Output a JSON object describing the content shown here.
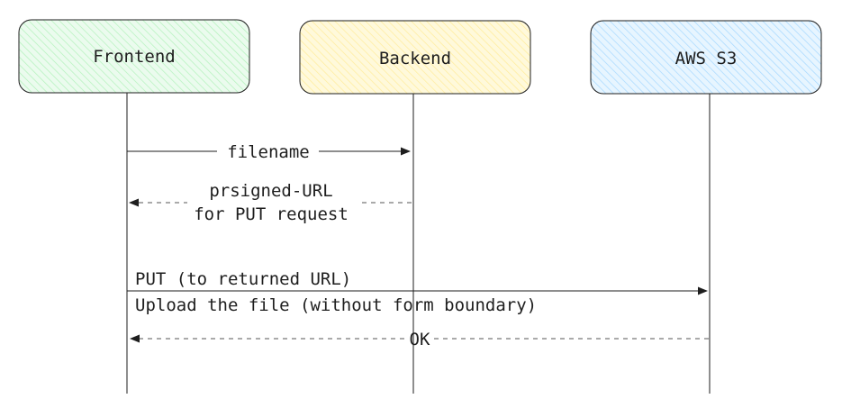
{
  "actors": [
    {
      "label": "Frontend",
      "fill": "#ebfbee",
      "hatch": "#b2f2bb"
    },
    {
      "label": "Backend",
      "fill": "#fff9db",
      "hatch": "#ffec99"
    },
    {
      "label": "AWS S3",
      "fill": "#e7f5ff",
      "hatch": "#a5d8ff"
    }
  ],
  "messages": [
    {
      "from": "Frontend",
      "to": "Backend",
      "style": "solid",
      "lines": [
        "filename"
      ]
    },
    {
      "from": "Backend",
      "to": "Frontend",
      "style": "dashed",
      "lines": [
        "prsigned-URL",
        "for PUT request"
      ]
    },
    {
      "from": "Frontend",
      "to": "AWS S3",
      "style": "solid",
      "lines": [
        "PUT (to returned URL)",
        "Upload the file (without form boundary)"
      ]
    },
    {
      "from": "AWS S3",
      "to": "Frontend",
      "style": "dashed",
      "lines": [
        "OK"
      ]
    }
  ],
  "colors": {
    "stroke": "#1e1e1e",
    "dashed_stroke": "#555555"
  }
}
